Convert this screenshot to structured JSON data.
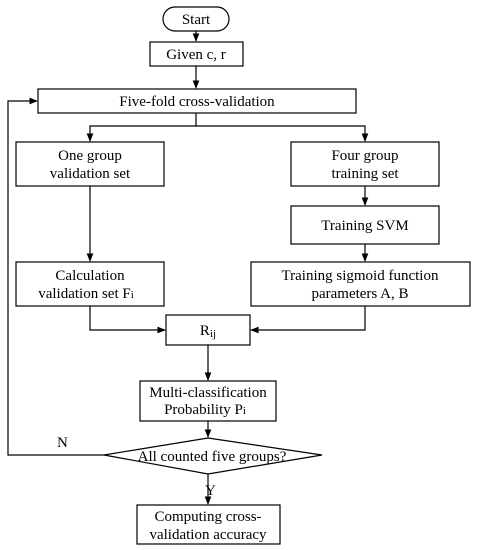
{
  "nodes": {
    "start": "Start",
    "given": "Given c, r",
    "cross_validation": "Five-fold cross-validation",
    "one_group_line1": "One group",
    "one_group_line2": "validation set",
    "four_group_line1": "Four group",
    "four_group_line2": "training set",
    "training_svm": "Training SVM",
    "calculation_line1": "Calculation",
    "calculation_line2": "validation set F",
    "calculation_sub": "i",
    "sigmoid_line1": "Training sigmoid function",
    "sigmoid_line2": "parameters A, B",
    "rij_main": "R",
    "rij_sub": "ij",
    "multi_line1": "Multi-classification",
    "multi_line2": "Probability P",
    "multi_sub": "i",
    "decision": "All counted five groups?",
    "computing_line1": "Computing cross-",
    "computing_line2": "validation accuracy"
  },
  "edge_labels": {
    "no": "N",
    "yes": "Y"
  }
}
